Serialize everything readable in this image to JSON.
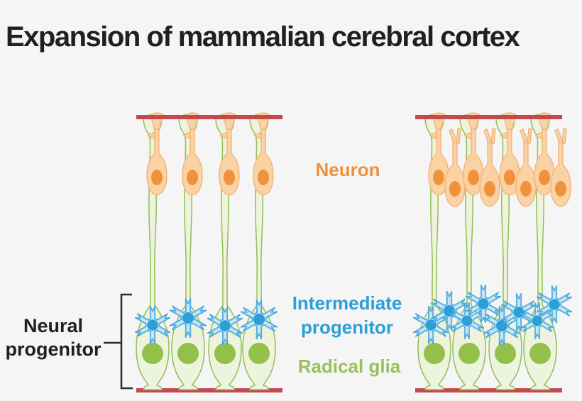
{
  "title": "Expansion of mammalian cerebral cortex",
  "legend": {
    "neuron": "Neuron",
    "intermediate_progenitor": "Intermediate progenitor",
    "radical_glia": "Radical glia",
    "neural_progenitor": "Neural progenitor"
  },
  "figure": {
    "left_panel": {
      "radial_glia_count": 4,
      "neuron_count": 4,
      "intermediate_progenitor_count": 4
    },
    "right_panel": {
      "radial_glia_count": 4,
      "neuron_count": 8,
      "intermediate_progenitor_count": 8
    }
  },
  "colors": {
    "background": "#F5F5F5",
    "title_text": "#231F20",
    "membrane_bar": "#C4494D",
    "neuron_label": "#F0913C",
    "intermediate_label": "#2B9FD8",
    "radical_label": "#9CBF5B",
    "neuron_body": "#FAD2A4",
    "neuron_outline": "#F2AE6F",
    "neuron_nucleus": "#F0913C",
    "glia_body": "#EDF3DD",
    "glia_outline": "#93BE58",
    "glia_nucleus": "#93C04B",
    "ip_body": "#C5E7F8",
    "ip_outline": "#54ACDC",
    "ip_nucleus": "#2B9FD8"
  }
}
